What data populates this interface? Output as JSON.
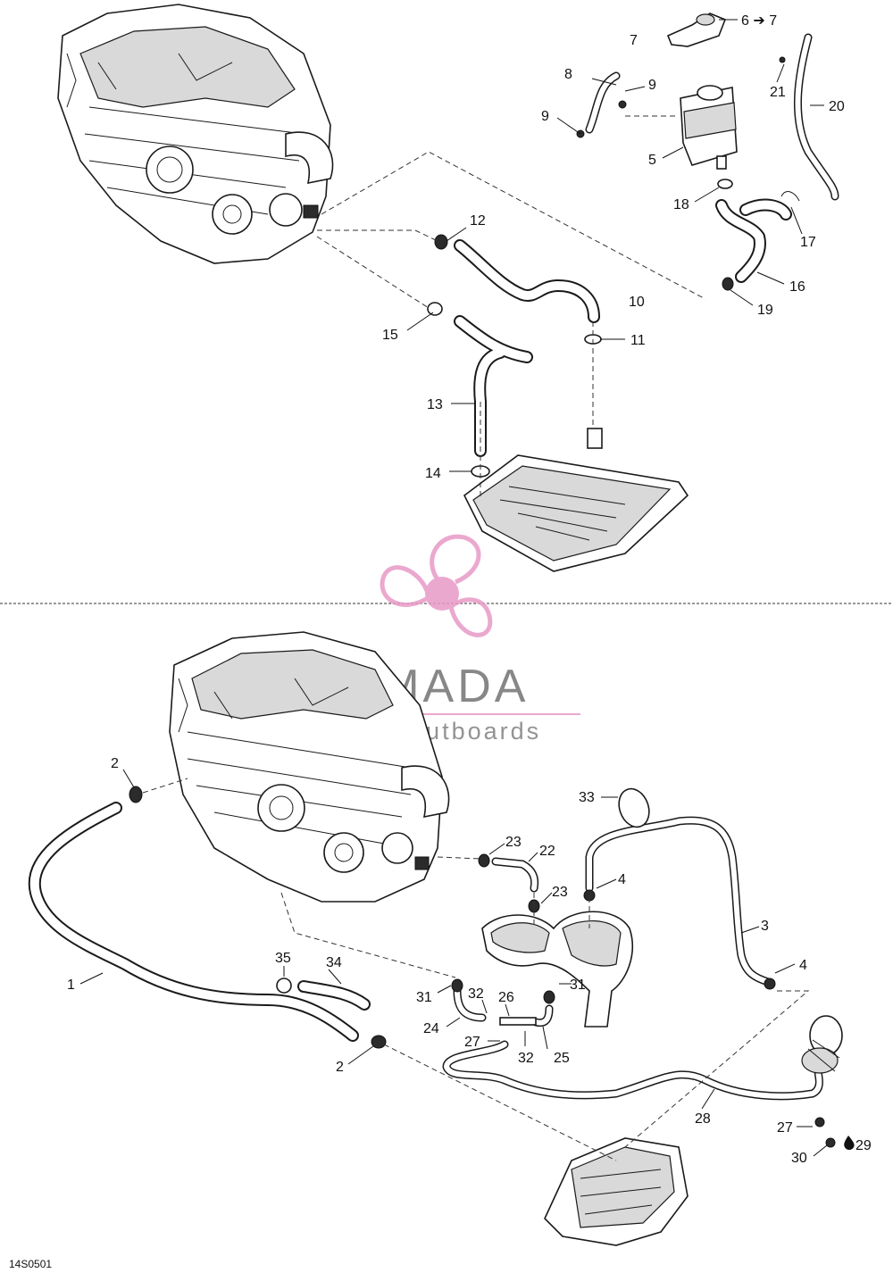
{
  "diagram_code": "14S0501",
  "watermark": {
    "brand": "ARMADA",
    "tagline": "marine outboards",
    "accent_color": "#e89ac7"
  },
  "callouts": {
    "top": [
      "6 ➔ 7",
      "7",
      "8",
      "9",
      "9",
      "5",
      "21",
      "20",
      "18",
      "17",
      "12",
      "16",
      "10",
      "19",
      "15",
      "11",
      "13",
      "14"
    ],
    "bottom": [
      "2",
      "33",
      "23",
      "22",
      "4",
      "23",
      "3",
      "35",
      "34",
      "4",
      "1",
      "31",
      "32",
      "26",
      "31",
      "24",
      "27",
      "32",
      "25",
      "2",
      "28",
      "27",
      "30",
      "29"
    ]
  }
}
